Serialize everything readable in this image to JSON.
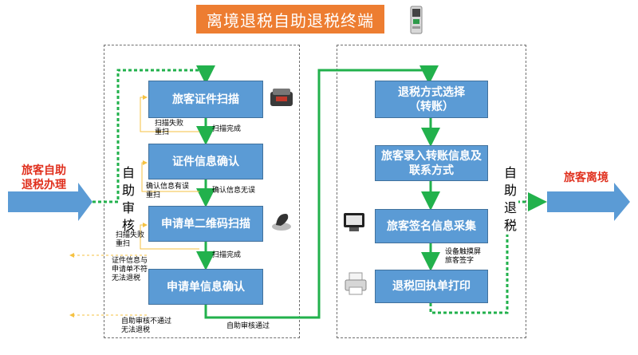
{
  "title": "离境退税自助退税终端",
  "left_entry": "旅客自助\n退税办理",
  "right_exit": "旅客离境",
  "left_group_label": "自\n助\n审\n核",
  "right_group_label": "自\n助\n退\n税",
  "left_steps": [
    "旅客证件扫描",
    "证件信息确认",
    "申请单二维码扫描",
    "申请单信息确认"
  ],
  "right_steps": [
    "退税方式选择\n（转账）",
    "旅客录入转账信息及\n联系方式",
    "旅客签名信息采集",
    "退税回执单打印"
  ],
  "annotations": {
    "scan_fail": "扫描失败\n重扫",
    "scan_done": "扫描完成",
    "info_error": "确认信息有误\n重扫",
    "info_ok": "确认信息无误",
    "qr_fail": "扫描失败\n重扫",
    "qr_done": "扫描完成",
    "mismatch": "证件信息与\n申请单不符\n无法退税",
    "audit_fail": "自助审核不通过\n无法退税",
    "audit_pass": "自助审核通过",
    "touchscreen": "设备触摸屏\n旅客签字"
  },
  "colors": {
    "title_bg": "#ed7d31",
    "box_fill": "#5b9bd5",
    "green_flow": "#22b14c",
    "yellow_return": "#f5c242",
    "big_arrow": "#5b9bd5",
    "red_text": "#e0301e"
  }
}
